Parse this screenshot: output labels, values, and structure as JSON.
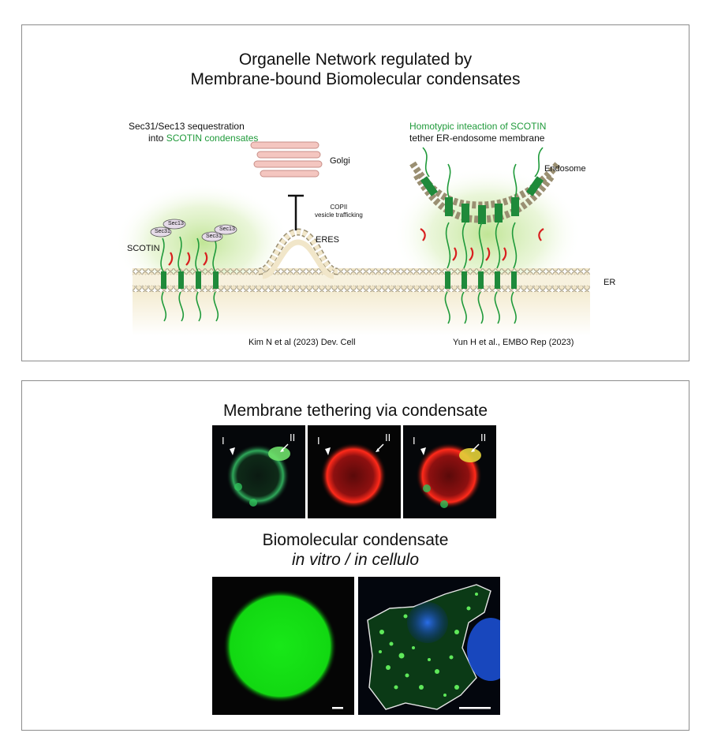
{
  "top_panel": {
    "title_line1": "Organelle Network regulated by",
    "title_line2": "Membrane-bound Biomolecular condensates",
    "left_caption_line1": "Sec31/Sec13 sequestration",
    "left_caption_line2_prefix": "into ",
    "left_caption_line2_highlight": "SCOTIN condensates",
    "right_caption_line1": "Homotypic inteaction of SCOTIN",
    "right_caption_line2": "tether ER-endosome membrane",
    "golgi_label": "Golgi",
    "endosome_label": "Endosome",
    "copii_label_line1": "COPII",
    "copii_label_line2": "vesicle trafficking",
    "eres_label": "ERES",
    "scotin_label": "SCOTIN",
    "er_label": "ER",
    "sec13_label": "Sec13",
    "sec31_label": "Sec31",
    "ref_left": "Kim N et al (2023) Dev. Cell",
    "ref_right": "Yun H et al., EMBO Rep (2023)",
    "colors": {
      "green": "#1f9a3a",
      "red": "#d8201f",
      "golgi": "#f4c6c0"
    }
  },
  "bottom_panel": {
    "title_tethering": "Membrane tethering via condensate",
    "marker_I": "I",
    "marker_II": "II",
    "title_condensate": "Biomolecular condensate",
    "subtitle_condensate": "in vitro / in cellulo"
  }
}
